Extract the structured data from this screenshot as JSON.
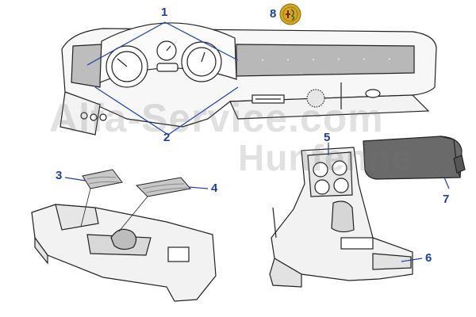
{
  "watermark": {
    "line1": "Alfa-Service.com",
    "line2": "Hunfenne"
  },
  "callouts": [
    {
      "id": "1",
      "text": "1"
    },
    {
      "id": "2",
      "text": "2"
    },
    {
      "id": "3",
      "text": "3"
    },
    {
      "id": "4",
      "text": "4"
    },
    {
      "id": "5",
      "text": "5"
    },
    {
      "id": "6",
      "text": "6"
    },
    {
      "id": "7",
      "text": "7"
    },
    {
      "id": "8",
      "text": "8"
    }
  ],
  "colors": {
    "callout": "#1a3fa8",
    "leader": "#1a3fa8",
    "line": "#222222",
    "fill": "#f2f2f2",
    "dash_panel": "#b8b8b8",
    "cover": "#6a6a6a",
    "badge": "#d4a81c"
  },
  "icons": {
    "badge": "alfa-romeo-emblem-icon"
  }
}
